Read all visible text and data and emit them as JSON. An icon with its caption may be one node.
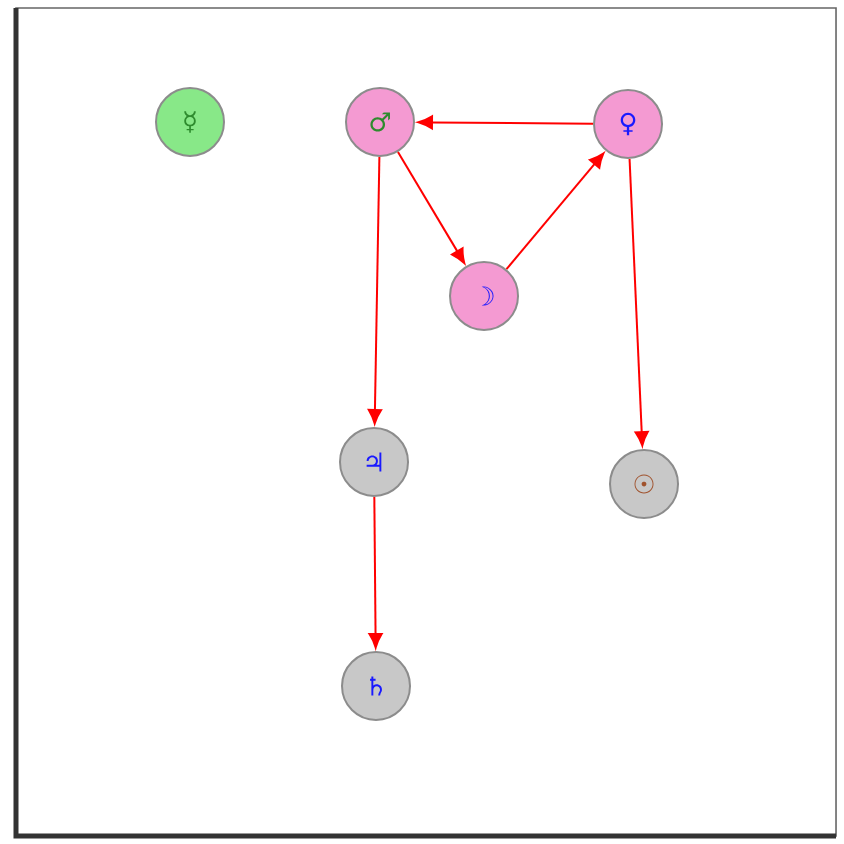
{
  "diagram": {
    "nodes": [
      {
        "text": [
          "☿"
        ]
      },
      {
        "text": [
          "♂"
        ]
      },
      {
        "text": [
          "♀"
        ]
      },
      {
        "text": [
          "☽"
        ]
      },
      {
        "text": [
          "♃"
        ]
      },
      {
        "text": [
          "☉"
        ]
      },
      {
        "text": [
          "♄"
        ]
      }
    ],
    "edges": [
      {
        "from": 2,
        "to": 1,
        "arrow": "to"
      },
      {
        "from": 1,
        "to": 3,
        "arrow": "to"
      },
      {
        "from": 3,
        "to": 2,
        "arrow": "to"
      },
      {
        "from": 1,
        "to": 4,
        "arrow": "to"
      },
      {
        "from": 4,
        "to": 6,
        "arrow": "to"
      },
      {
        "from": 2,
        "to": 5,
        "arrow": "to"
      }
    ]
  }
}
